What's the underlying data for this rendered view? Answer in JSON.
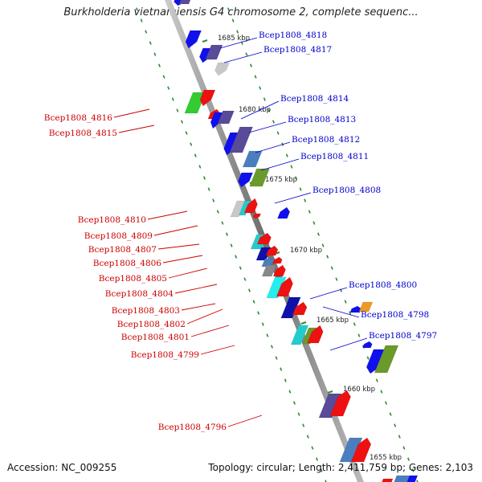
{
  "title": "Burkholderia vietnamiensis G4 chromosome 2, complete sequenc...",
  "footer": {
    "accession": "Accession: NC_009255",
    "topology": "Topology: circular; Length: 2,411,759 bp; Genes: 2,103"
  },
  "colors": {
    "forward_label": "#0000cc",
    "reverse_label": "#cc0000"
  },
  "kbp_ticks": [
    "1685 kbp",
    "1680 kbp",
    "1675 kbp",
    "1670 kbp",
    "1665 kbp",
    "1660 kbp",
    "1655 kbp"
  ],
  "forward_labels": [
    "Bcep1808_4818",
    "Bcep1808_4817",
    "Bcep1808_4814",
    "Bcep1808_4813",
    "Bcep1808_4812",
    "Bcep1808_4811",
    "Bcep1808_4808",
    "Bcep1808_4800",
    "Bcep1808_4798",
    "Bcep1808_4797"
  ],
  "reverse_labels": [
    "Bcep1808_4816",
    "Bcep1808_4815",
    "Bcep1808_4810",
    "Bcep1808_4809",
    "Bcep1808_4807",
    "Bcep1808_4806",
    "Bcep1808_4805",
    "Bcep1808_4804",
    "Bcep1808_4803",
    "Bcep1808_4802",
    "Bcep1808_4801",
    "Bcep1808_4799",
    "Bcep1808_4796"
  ]
}
